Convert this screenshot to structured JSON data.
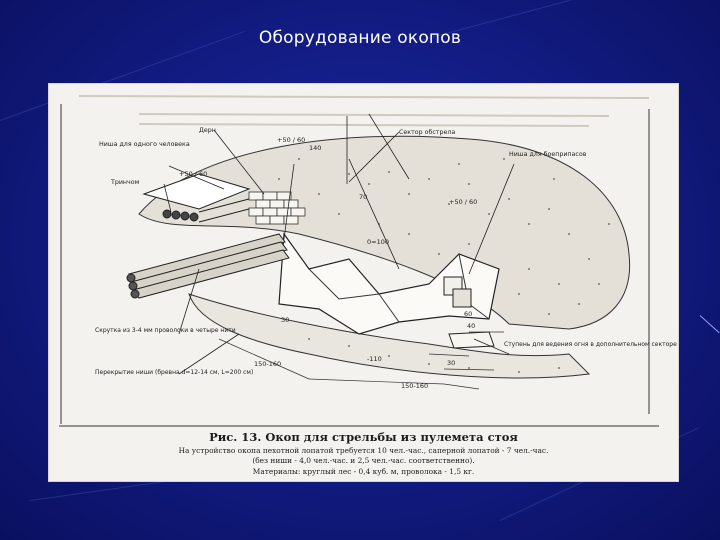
{
  "slide": {
    "title": "Оборудование окопов",
    "background": "#131d86",
    "text_color": "#ffffff"
  },
  "figure": {
    "labels": {
      "niche_one_person": "Ниша для одного человека",
      "turf": "Дерн",
      "firing_sector": "Сектор обстрела",
      "niche_ammo": "Ниша для боеприпасов",
      "logs": "Тринчом",
      "revetment": "Скрутка из 3-4 мм проволоки в четыре нити",
      "niche_cover": "Перекрытие ниши (бревна d=12-14 см, L=200 см)",
      "step": "Ступень для ведения огня в дополнительном секторе"
    },
    "dimensions": {
      "d1": "+50 / 60",
      "d2": "140",
      "d3": "+50 / 60",
      "d4": "70",
      "d5": "+50 / 60",
      "d6": "0=100",
      "d7": "30",
      "d8": "40",
      "d9": "150-160",
      "d10": "-110",
      "d11": "30",
      "d12": "150-160",
      "d13": "60"
    },
    "caption": {
      "title": "Рис. 13. Окоп для стрельбы из пулемета стоя",
      "line1": "На устройство окопа пехотной лопатой требуется 10 чел.-час., саперной лопатой - 7 чел.-час.",
      "line2": "(без ниши - 4,0 чел.-час. и 2,5 чел.-час. соответственно).",
      "line3": "Материалы: круглый лес - 0,4 куб. м, проволока - 1,5 кг."
    }
  }
}
